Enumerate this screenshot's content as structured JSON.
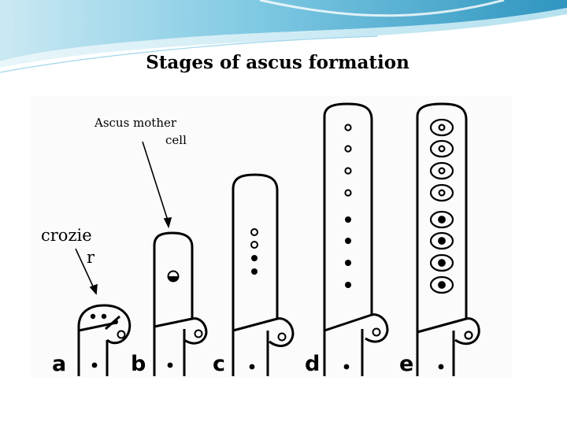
{
  "slide": {
    "title": "Stages of ascus  formation"
  },
  "labels": {
    "ascus_mother_line1": "Ascus mother",
    "ascus_mother_line2": "cell",
    "crozier_line1": "crozie",
    "crozier_line2": "r"
  },
  "stages": [
    "a",
    "b",
    "c",
    "d",
    "e"
  ],
  "colors": {
    "header_wave_light": "#d6eef6",
    "header_wave_mid": "#8fd0e6",
    "header_wave_dark": "#3a9dc4",
    "ink": "#000000"
  }
}
